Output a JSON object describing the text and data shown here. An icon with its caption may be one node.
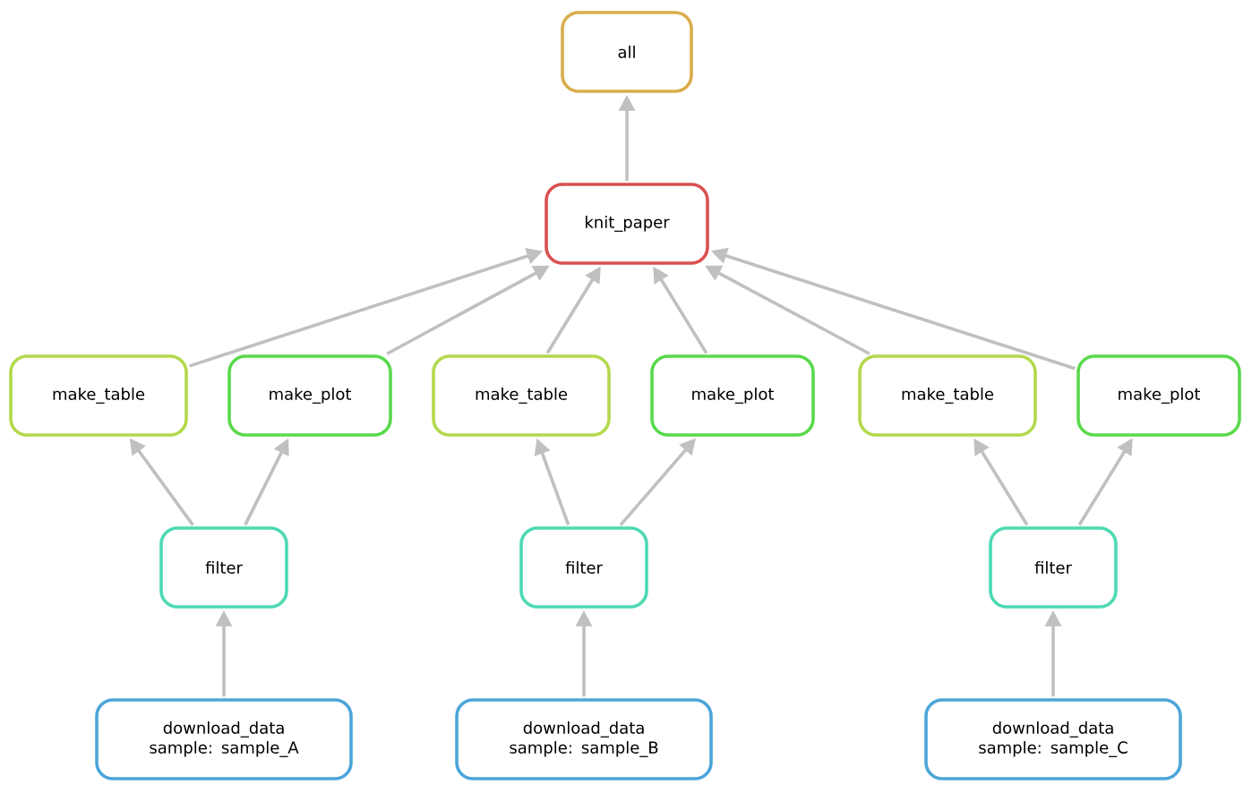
{
  "diagram": {
    "nodes": [
      {
        "text": [
          "all"
        ]
      },
      {
        "text": [
          "knit_paper"
        ]
      },
      {
        "text": [
          "make_table"
        ]
      },
      {
        "text": [
          "make_plot"
        ]
      },
      {
        "text": [
          "make_table"
        ]
      },
      {
        "text": [
          "make_plot"
        ]
      },
      {
        "text": [
          "make_table"
        ]
      },
      {
        "text": [
          "make_plot"
        ]
      },
      {
        "text": [
          "filter"
        ]
      },
      {
        "text": [
          "filter"
        ]
      },
      {
        "text": [
          "filter"
        ]
      },
      {
        "text": [
          "download_data sample: sample_A"
        ]
      },
      {
        "text": [
          "download_data sample: sample_B"
        ]
      },
      {
        "text": [
          "download_data sample: sample_C"
        ]
      }
    ],
    "edges": [
      {
        "from": 1,
        "to": 0,
        "arrow": "to"
      },
      {
        "from": 2,
        "to": 1,
        "arrow": "to"
      },
      {
        "from": 3,
        "to": 1,
        "arrow": "to"
      },
      {
        "from": 4,
        "to": 1,
        "arrow": "to"
      },
      {
        "from": 5,
        "to": 1,
        "arrow": "to"
      },
      {
        "from": 6,
        "to": 1,
        "arrow": "to"
      },
      {
        "from": 7,
        "to": 1,
        "arrow": "to"
      },
      {
        "from": 8,
        "to": 2,
        "arrow": "to"
      },
      {
        "from": 8,
        "to": 3,
        "arrow": "to"
      },
      {
        "from": 9,
        "to": 4,
        "arrow": "to"
      },
      {
        "from": 9,
        "to": 5,
        "arrow": "to"
      },
      {
        "from": 10,
        "to": 6,
        "arrow": "to"
      },
      {
        "from": 10,
        "to": 7,
        "arrow": "to"
      },
      {
        "from": 11,
        "to": 8,
        "arrow": "to"
      },
      {
        "from": 12,
        "to": 9,
        "arrow": "to"
      },
      {
        "from": 13,
        "to": 10,
        "arrow": "to"
      }
    ]
  }
}
